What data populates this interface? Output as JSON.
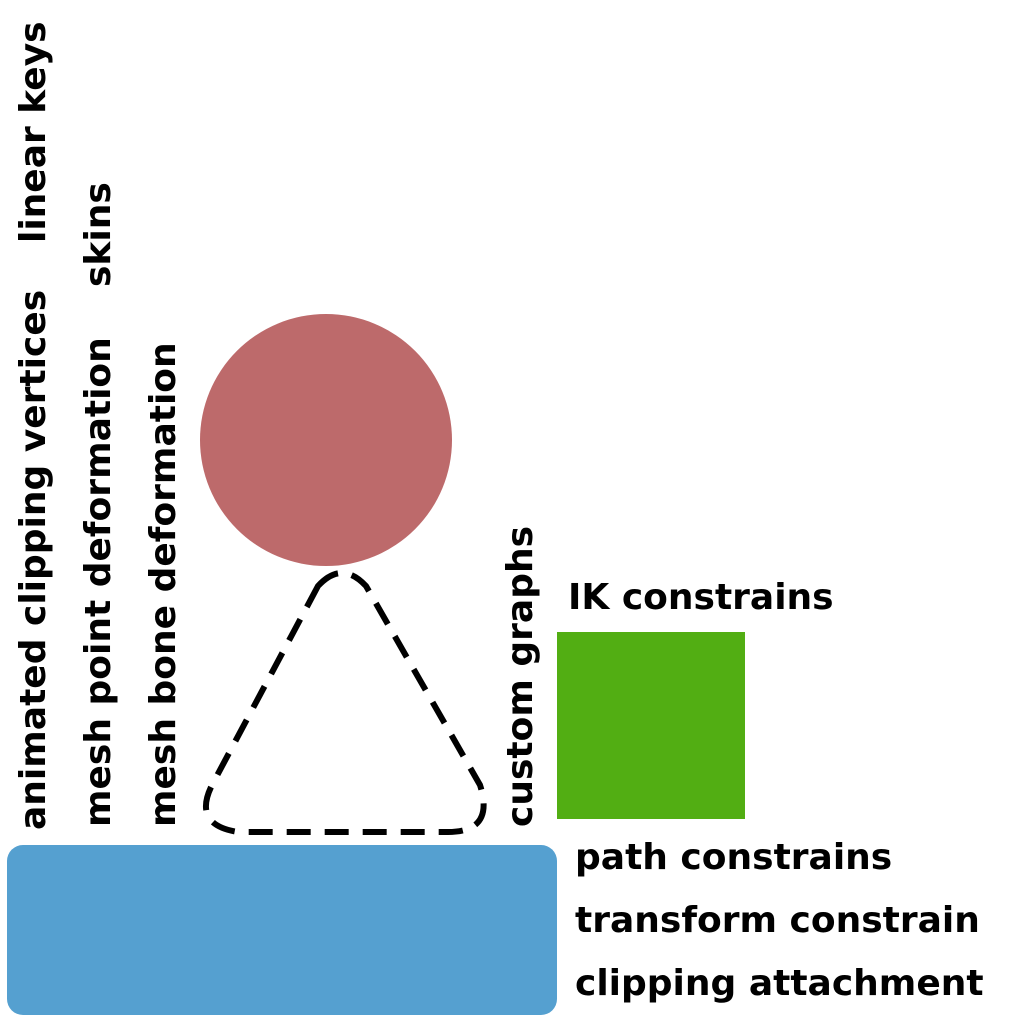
{
  "labels": {
    "animated_clipping_vertices": "animated clipping vertices",
    "linear_keys": "linear keys",
    "mesh_point_deformation": "mesh point deformation",
    "skins": "skins",
    "mesh_bone_deformation": "mesh bone deformation",
    "custom_graphs": "custom graphs",
    "ik_constrains": "IK constrains",
    "path_constrains": "path constrains",
    "transform_constrain": "transform constrain",
    "clipping_attachment": "clipping attachment"
  },
  "shapes": {
    "circle_color": "#bd6a6b",
    "square_color": "#52ae13",
    "rect_color": "#55a0d0",
    "triangle_stroke": "#000000"
  }
}
